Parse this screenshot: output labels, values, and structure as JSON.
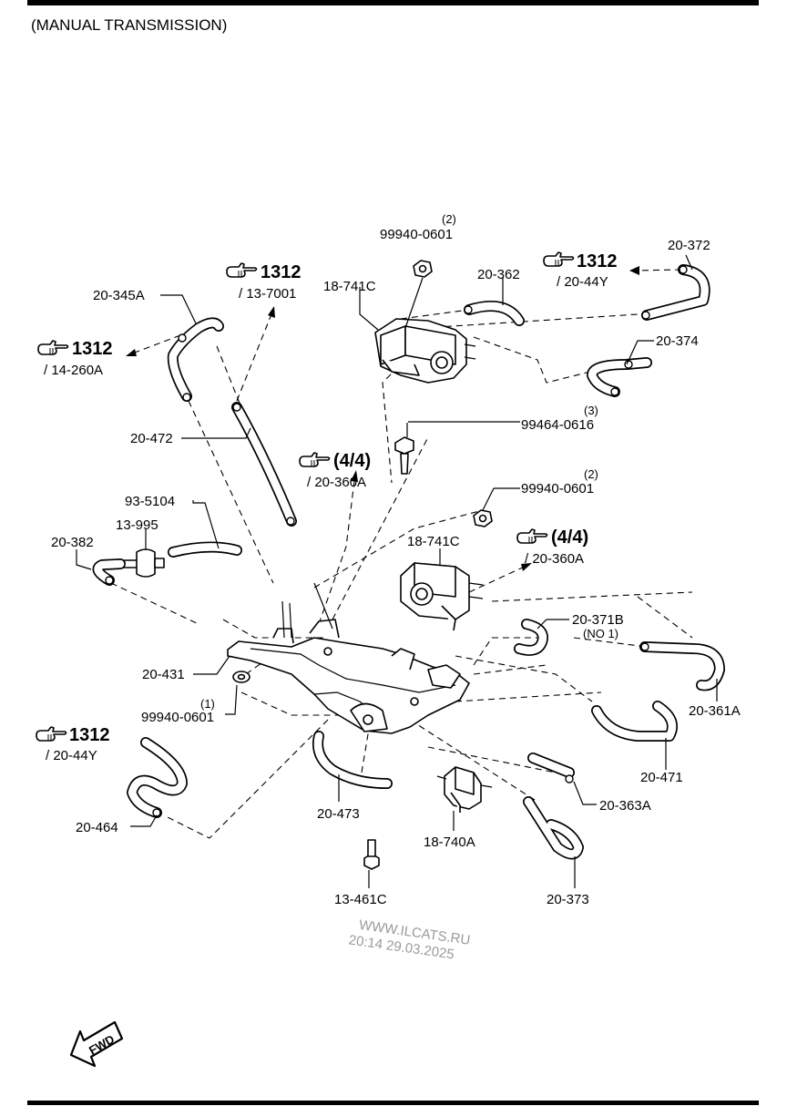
{
  "header": {
    "title": "(MANUAL TRANSMISSION)"
  },
  "watermark": {
    "line1": "WWW.ILCATS.RU",
    "line2": "20:14 29.03.2025"
  },
  "fwd_badge": "FWD",
  "parts": {
    "p20_372": "20-372",
    "p20_362": "20-362",
    "p18_741c_top": "18-741C",
    "p99940_top": "99940-0601",
    "q99940_top": "(2)",
    "p20_345a": "20-345A",
    "p20_374": "20-374",
    "p20_472": "20-472",
    "p99464": "99464-0616",
    "q99464": "(3)",
    "p99940_mid": "99940-0601",
    "q99940_mid": "(2)",
    "p93_5104": "93-5104",
    "p13_995": "13-995",
    "p20_382": "20-382",
    "p18_741c_mid": "18-741C",
    "p20_371b": "20-371B",
    "p20_371b_note": "(NO 1)",
    "p20_431": "20-431",
    "q99940_low": "(1)",
    "p99940_low": "99940-0601",
    "p20_361a": "20-361A",
    "p20_471": "20-471",
    "p20_464": "20-464",
    "p20_473": "20-473",
    "p20_363a": "20-363A",
    "p18_740a": "18-740A",
    "p13_461c": "13-461C",
    "p20_373": "20-373"
  },
  "refs": {
    "r1": {
      "page": "1312",
      "sub": "/ 20-44Y"
    },
    "r2": {
      "page": "1312",
      "sub": "/ 13-7001"
    },
    "r3": {
      "page": "1312",
      "sub": "/ 14-260A"
    },
    "r4": {
      "page": "(4/4)",
      "sub": "/ 20-360A"
    },
    "r5": {
      "page": "(4/4)",
      "sub": "/ 20-360A"
    },
    "r6": {
      "page": "1312",
      "sub": "/ 20-44Y"
    }
  },
  "icons": {
    "reference": "pointing-hand-icon",
    "direction": "fwd-arrow-icon"
  },
  "colors": {
    "ink": "#000000",
    "paper": "#ffffff",
    "watermark": "#9a9a9a"
  }
}
